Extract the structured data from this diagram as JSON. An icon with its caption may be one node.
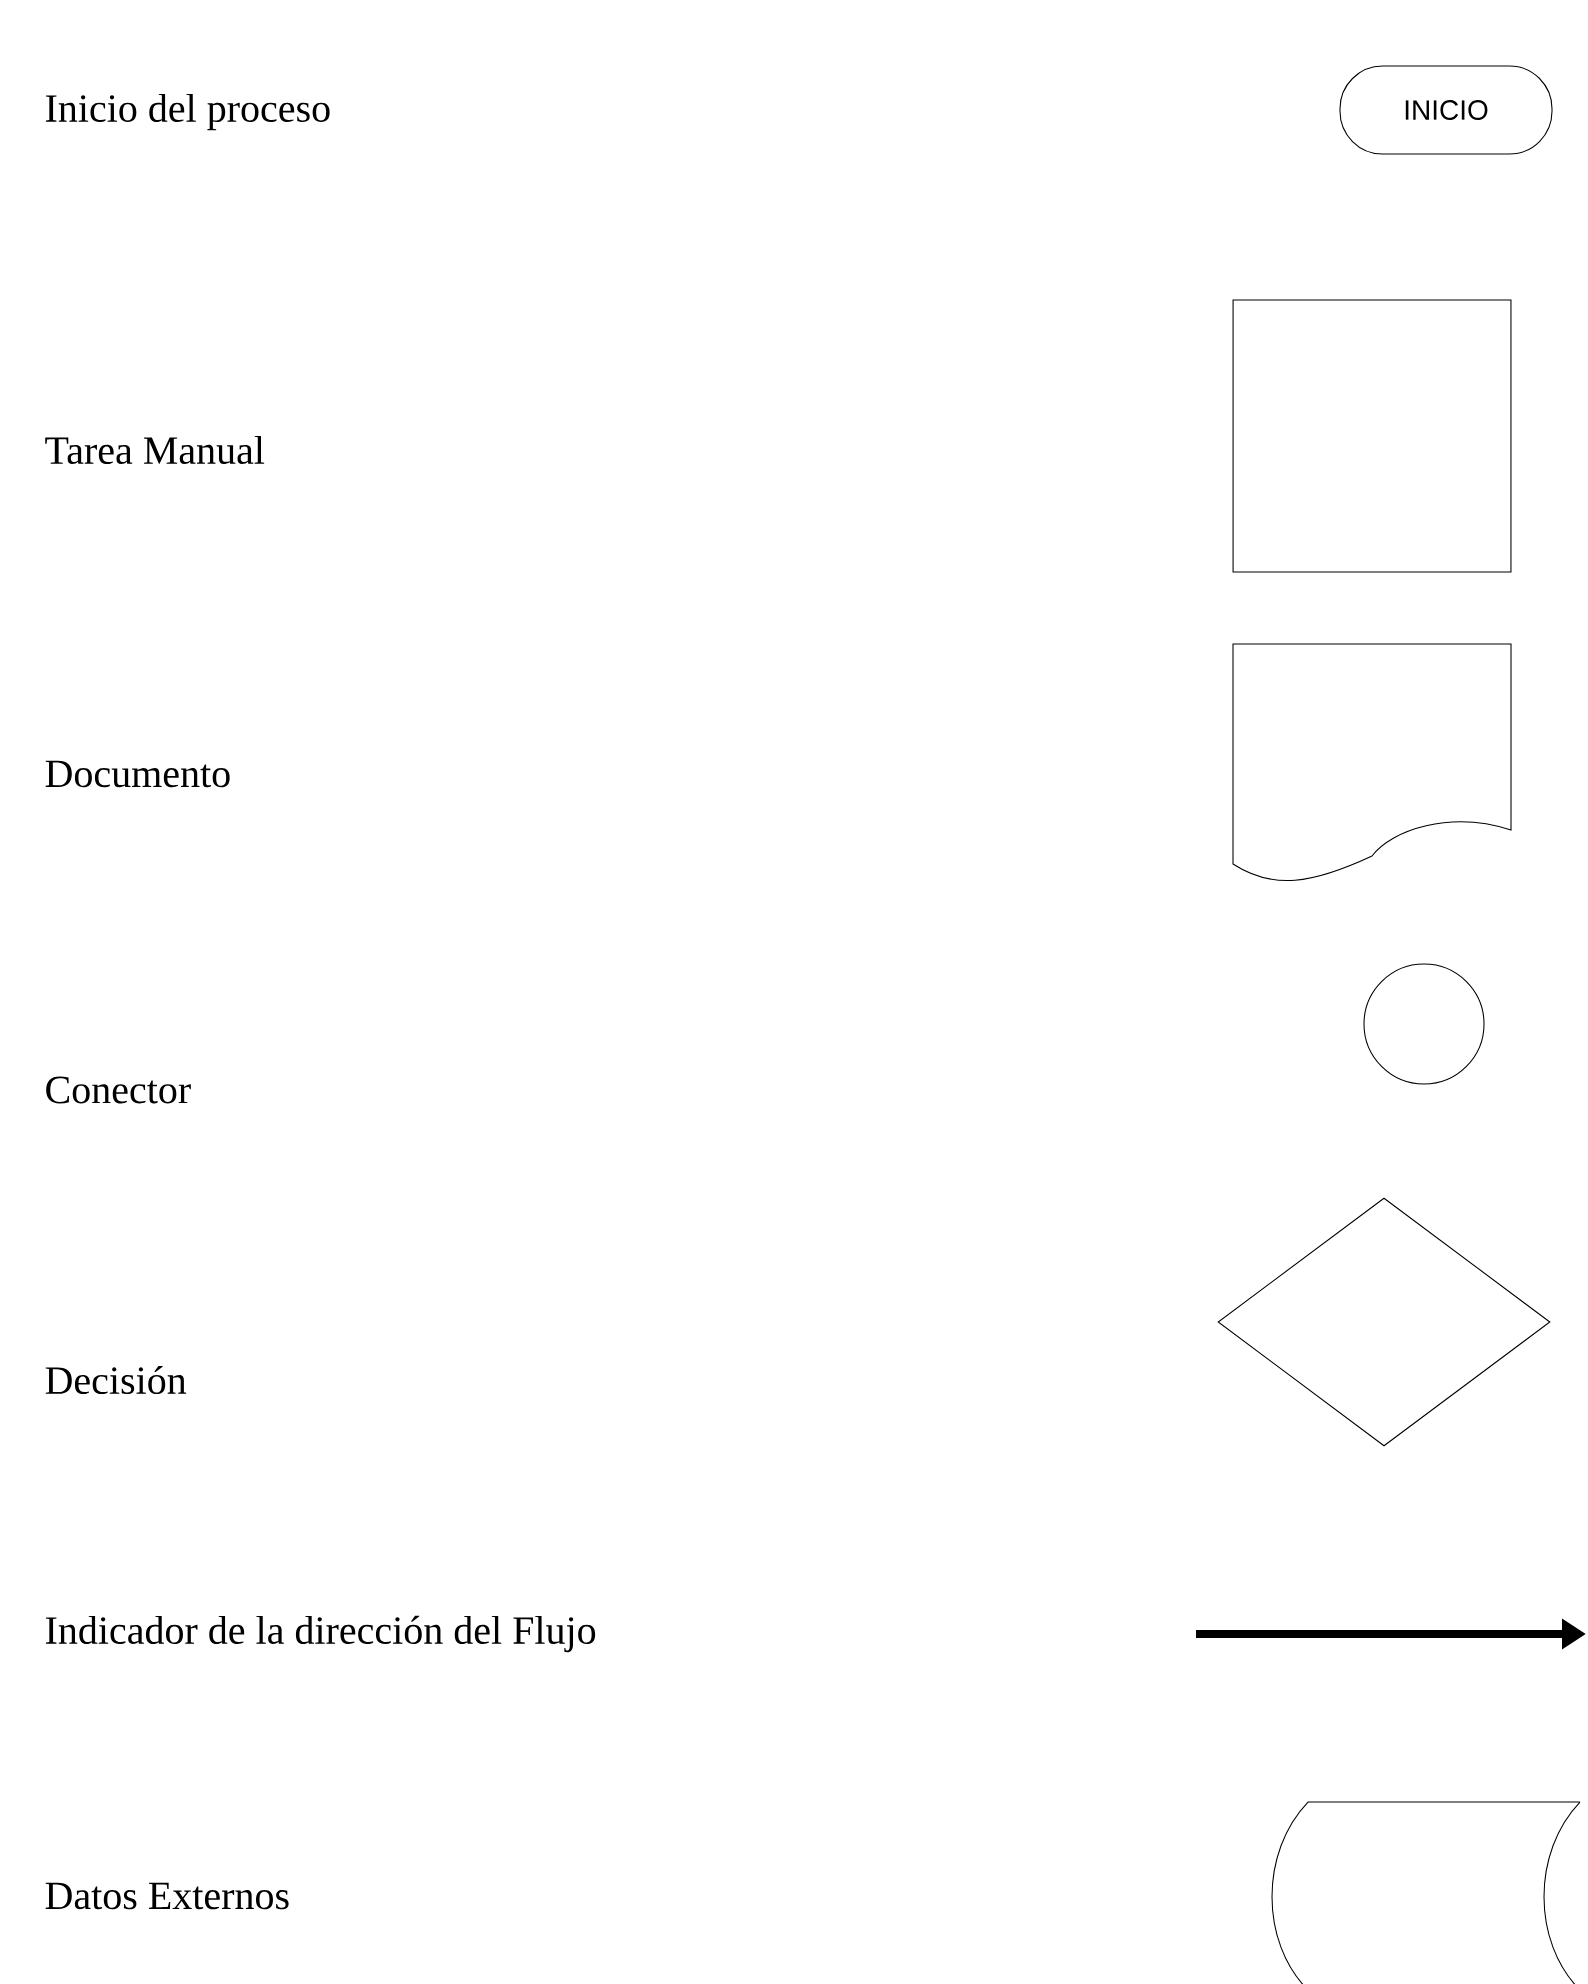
{
  "diagram": {
    "nodes": [
      {
        "text": [
          "INICIO"
        ]
      },
      {
        "text": [],
        "shape": "box"
      },
      {
        "text": [],
        "shape": "document"
      },
      {
        "text": [],
        "shape": "circle"
      },
      {
        "text": [],
        "shape": "diamond"
      },
      {
        "text": [],
        "shape": "storage"
      }
    ],
    "labels": [
      "Inicio del proceso",
      "Tarea Manual",
      "Documento",
      "Conector",
      "Decisión",
      "Indicador de la dirección del Flujo",
      "Datos Externos"
    ]
  }
}
